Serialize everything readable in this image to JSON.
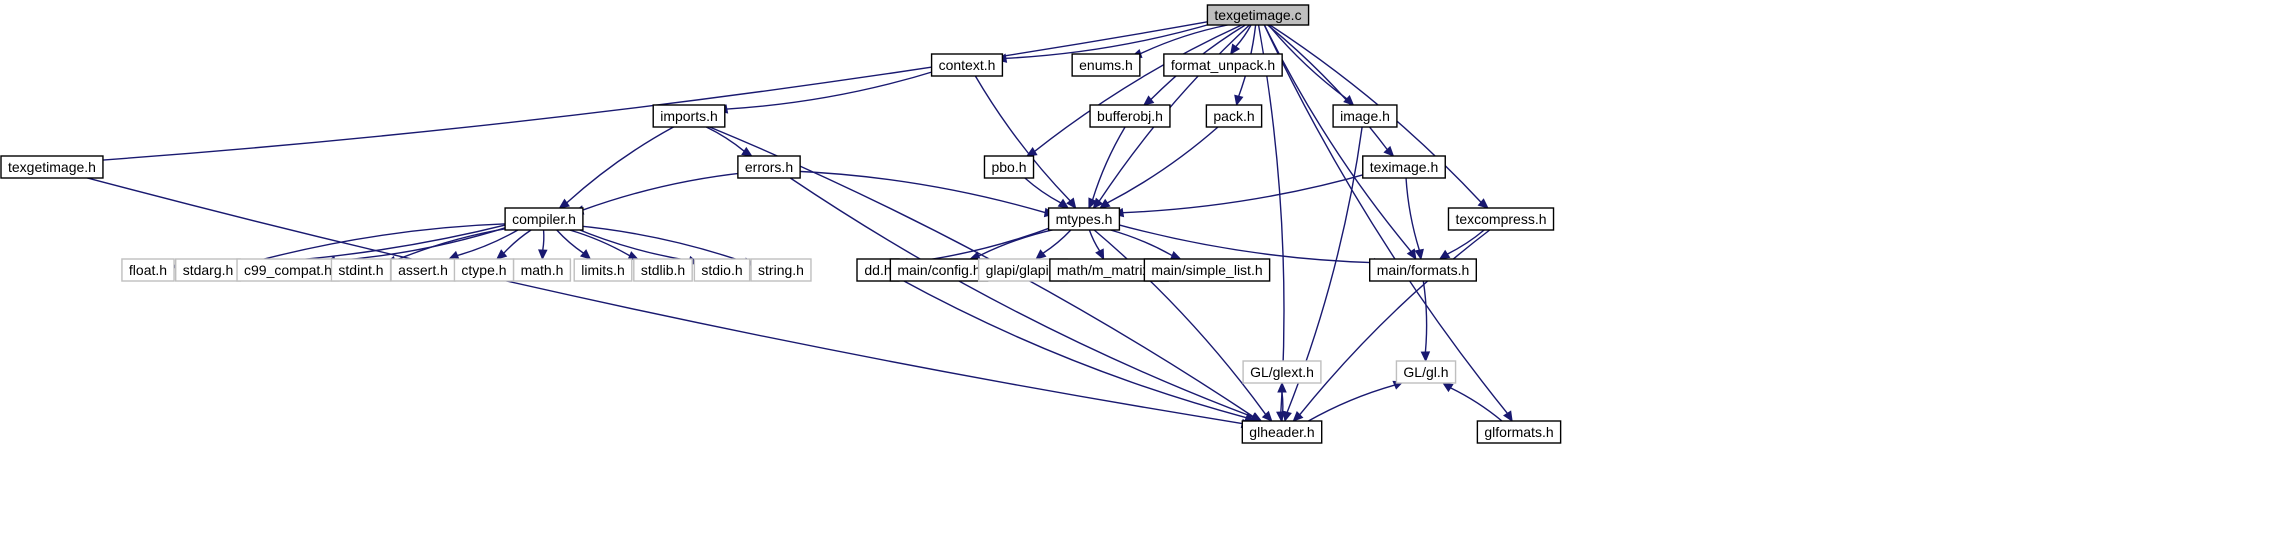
{
  "graph": {
    "colors": {
      "edge": "#191970",
      "main_fill": "#bfbfbf",
      "internal_border": "#000000",
      "external_border": "#bfbfbf"
    },
    "nodes": [
      {
        "id": "texgetimage_c",
        "label": "texgetimage.c",
        "kind": "main"
      },
      {
        "id": "context_h",
        "label": "context.h",
        "kind": "internal"
      },
      {
        "id": "enums_h",
        "label": "enums.h",
        "kind": "internal"
      },
      {
        "id": "format_unpack_h",
        "label": "format_unpack.h",
        "kind": "internal"
      },
      {
        "id": "imports_h",
        "label": "imports.h",
        "kind": "internal"
      },
      {
        "id": "bufferobj_h",
        "label": "bufferobj.h",
        "kind": "internal"
      },
      {
        "id": "pack_h",
        "label": "pack.h",
        "kind": "internal"
      },
      {
        "id": "image_h",
        "label": "image.h",
        "kind": "internal"
      },
      {
        "id": "texgetimage_h",
        "label": "texgetimage.h",
        "kind": "internal"
      },
      {
        "id": "errors_h",
        "label": "errors.h",
        "kind": "internal"
      },
      {
        "id": "pbo_h",
        "label": "pbo.h",
        "kind": "internal"
      },
      {
        "id": "teximage_h",
        "label": "teximage.h",
        "kind": "internal"
      },
      {
        "id": "compiler_h",
        "label": "compiler.h",
        "kind": "internal"
      },
      {
        "id": "mtypes_h",
        "label": "mtypes.h",
        "kind": "internal"
      },
      {
        "id": "texcompress_h",
        "label": "texcompress.h",
        "kind": "internal"
      },
      {
        "id": "float_h",
        "label": "float.h",
        "kind": "external"
      },
      {
        "id": "stdarg_h",
        "label": "stdarg.h",
        "kind": "external"
      },
      {
        "id": "c99_compat_h",
        "label": "c99_compat.h",
        "kind": "external"
      },
      {
        "id": "stdint_h",
        "label": "stdint.h",
        "kind": "external"
      },
      {
        "id": "assert_h",
        "label": "assert.h",
        "kind": "external"
      },
      {
        "id": "ctype_h",
        "label": "ctype.h",
        "kind": "external"
      },
      {
        "id": "math_h",
        "label": "math.h",
        "kind": "external"
      },
      {
        "id": "limits_h",
        "label": "limits.h",
        "kind": "external"
      },
      {
        "id": "stdlib_h",
        "label": "stdlib.h",
        "kind": "external"
      },
      {
        "id": "stdio_h",
        "label": "stdio.h",
        "kind": "external"
      },
      {
        "id": "string_h",
        "label": "string.h",
        "kind": "external"
      },
      {
        "id": "dd_h",
        "label": "dd.h",
        "kind": "internal"
      },
      {
        "id": "main_config_h",
        "label": "main/config.h",
        "kind": "internal"
      },
      {
        "id": "glapi_h",
        "label": "glapi/glapi.h",
        "kind": "external"
      },
      {
        "id": "m_matrix_h",
        "label": "math/m_matrix.h",
        "kind": "internal"
      },
      {
        "id": "simple_list_h",
        "label": "main/simple_list.h",
        "kind": "internal"
      },
      {
        "id": "formats_h",
        "label": "main/formats.h",
        "kind": "internal"
      },
      {
        "id": "glheader_h",
        "label": "glheader.h",
        "kind": "internal"
      },
      {
        "id": "glformats_h",
        "label": "glformats.h",
        "kind": "internal"
      },
      {
        "id": "glext_h",
        "label": "GL/glext.h",
        "kind": "external"
      },
      {
        "id": "gl_h",
        "label": "GL/gl.h",
        "kind": "external"
      }
    ],
    "edges": [
      [
        "texgetimage_c",
        "context_h"
      ],
      [
        "texgetimage_c",
        "enums_h"
      ],
      [
        "texgetimage_c",
        "format_unpack_h"
      ],
      [
        "texgetimage_c",
        "bufferobj_h"
      ],
      [
        "texgetimage_c",
        "pack_h"
      ],
      [
        "texgetimage_c",
        "image_h"
      ],
      [
        "texgetimage_c",
        "texgetimage_h"
      ],
      [
        "texgetimage_c",
        "pbo_h"
      ],
      [
        "texgetimage_c",
        "teximage_h"
      ],
      [
        "texgetimage_c",
        "mtypes_h"
      ],
      [
        "texgetimage_c",
        "texcompress_h"
      ],
      [
        "texgetimage_c",
        "formats_h"
      ],
      [
        "texgetimage_c",
        "glheader_h"
      ],
      [
        "texgetimage_c",
        "glformats_h"
      ],
      [
        "context_h",
        "imports_h"
      ],
      [
        "context_h",
        "mtypes_h"
      ],
      [
        "imports_h",
        "errors_h"
      ],
      [
        "imports_h",
        "compiler_h"
      ],
      [
        "imports_h",
        "glheader_h"
      ],
      [
        "errors_h",
        "compiler_h"
      ],
      [
        "errors_h",
        "mtypes_h"
      ],
      [
        "errors_h",
        "glheader_h"
      ],
      [
        "compiler_h",
        "float_h"
      ],
      [
        "compiler_h",
        "stdarg_h"
      ],
      [
        "compiler_h",
        "c99_compat_h"
      ],
      [
        "compiler_h",
        "stdint_h"
      ],
      [
        "compiler_h",
        "assert_h"
      ],
      [
        "compiler_h",
        "ctype_h"
      ],
      [
        "compiler_h",
        "math_h"
      ],
      [
        "compiler_h",
        "limits_h"
      ],
      [
        "compiler_h",
        "stdlib_h"
      ],
      [
        "compiler_h",
        "stdio_h"
      ],
      [
        "compiler_h",
        "string_h"
      ],
      [
        "bufferobj_h",
        "mtypes_h"
      ],
      [
        "pack_h",
        "mtypes_h"
      ],
      [
        "pbo_h",
        "mtypes_h"
      ],
      [
        "teximage_h",
        "mtypes_h"
      ],
      [
        "teximage_h",
        "formats_h"
      ],
      [
        "image_h",
        "glheader_h"
      ],
      [
        "texgetimage_h",
        "glheader_h"
      ],
      [
        "mtypes_h",
        "dd_h"
      ],
      [
        "mtypes_h",
        "main_config_h"
      ],
      [
        "mtypes_h",
        "glapi_h"
      ],
      [
        "mtypes_h",
        "m_matrix_h"
      ],
      [
        "mtypes_h",
        "simple_list_h"
      ],
      [
        "mtypes_h",
        "formats_h"
      ],
      [
        "mtypes_h",
        "glheader_h"
      ],
      [
        "dd_h",
        "glheader_h"
      ],
      [
        "texcompress_h",
        "formats_h"
      ],
      [
        "texcompress_h",
        "glheader_h"
      ],
      [
        "formats_h",
        "gl_h"
      ],
      [
        "glheader_h",
        "glext_h"
      ],
      [
        "glheader_h",
        "gl_h"
      ],
      [
        "glformats_h",
        "gl_h"
      ]
    ]
  }
}
